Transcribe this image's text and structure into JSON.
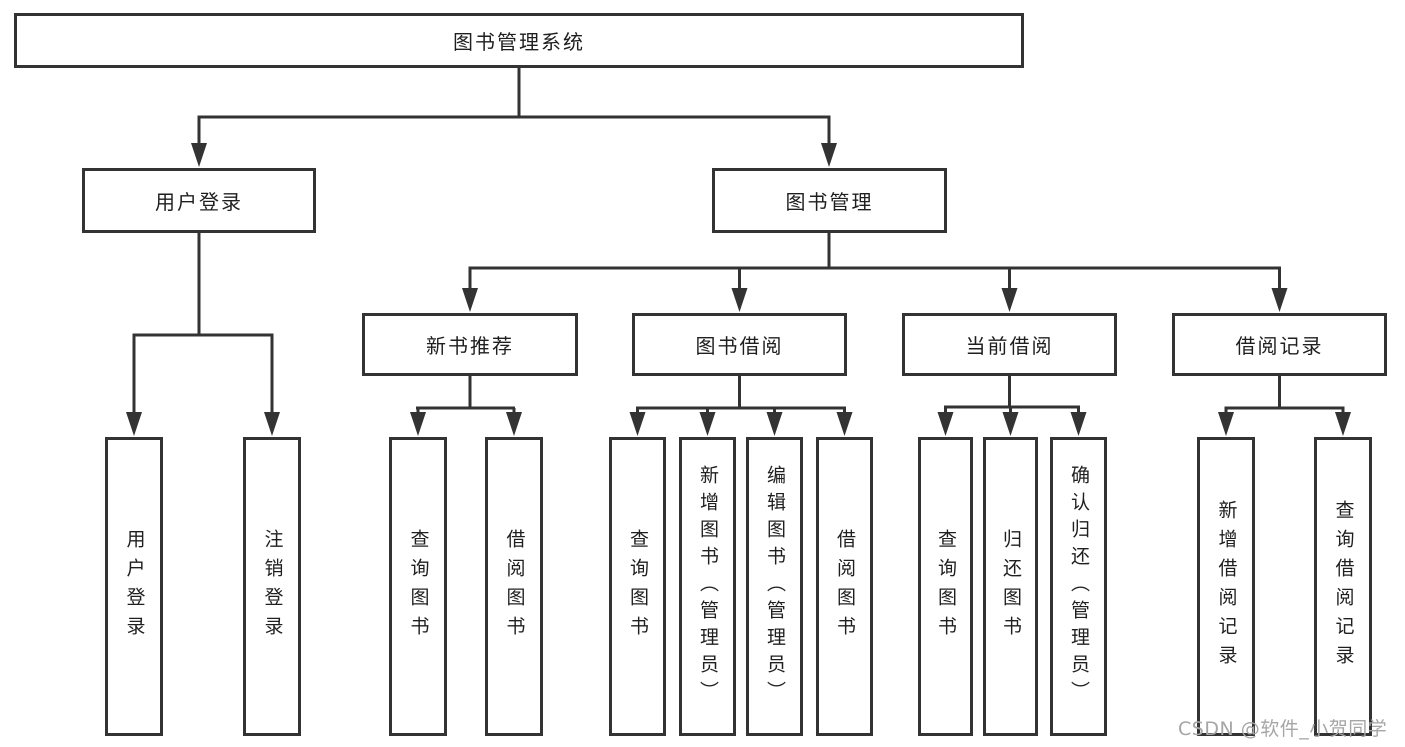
{
  "title": "图书管理系统",
  "level2": [
    {
      "label": "用户登录"
    },
    {
      "label": "图书管理"
    }
  ],
  "level3": [
    {
      "label": "新书推荐"
    },
    {
      "label": "图书借阅"
    },
    {
      "label": "当前借阅"
    },
    {
      "label": "借阅记录"
    }
  ],
  "leaves": {
    "user_login": [
      "用户登录",
      "注销登录"
    ],
    "new_book_rec": [
      "查询图书",
      "借阅图书"
    ],
    "book_borrow": [
      "查询图书",
      "新增图书（管理员）",
      "编辑图书（管理员）",
      "借阅图书"
    ],
    "current_borrow": [
      "查询图书",
      "归还图书",
      "确认归还（管理员）"
    ],
    "borrow_records": [
      "新增借阅记录",
      "查询借阅记录"
    ]
  },
  "watermark": "CSDN @软件_小贺同学",
  "colors": {
    "line": "#333333",
    "box_border": "#333333",
    "box_background": "#ffffff",
    "text": "#1f1f1f",
    "watermark": "#a6a6a6"
  }
}
